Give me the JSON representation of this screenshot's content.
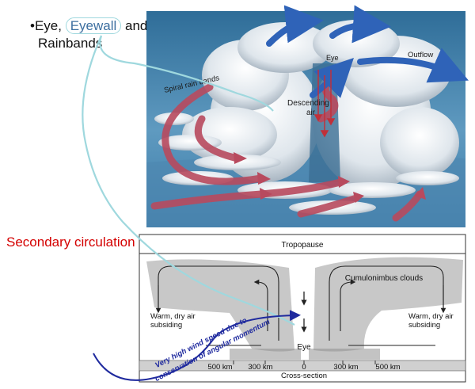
{
  "header": {
    "bullet_prefix": "•Eye, ",
    "eyewall": "Eyewall",
    "bullet_middle": " and",
    "rainbands": "Rainbands"
  },
  "secondary_label": "Secondary circulation",
  "top_diagram": {
    "eye": "Eye",
    "outflow": "Outflow",
    "spiral_rain_bands": "Spiral rain bands",
    "descending_air_1": "Descending",
    "descending_air_2": "air"
  },
  "cross_section": {
    "tropopause": "Tropopause",
    "cumulonimbus": "Cumulonimbus clouds",
    "warm_dry_left_1": "Warm, dry air",
    "warm_dry_left_2": "subsiding",
    "warm_dry_right_1": "Warm, dry air",
    "warm_dry_right_2": "subsiding",
    "eye": "Eye",
    "tick_500_left": "500 km",
    "tick_300_left": "300 km",
    "tick_0": "0",
    "tick_300_right": "300 km",
    "tick_500_right": "500 km",
    "axis_caption": "Cross-section"
  },
  "annotation": {
    "line1": "Very high wind speed due to",
    "line2": "conservation of angular momentum"
  },
  "colors": {
    "secondary_label": "#d40000",
    "annotation": "#1f2a9e",
    "connector": "#9fd8de",
    "rain_band": "#b84a5e",
    "outflow": "#2f63b8"
  }
}
